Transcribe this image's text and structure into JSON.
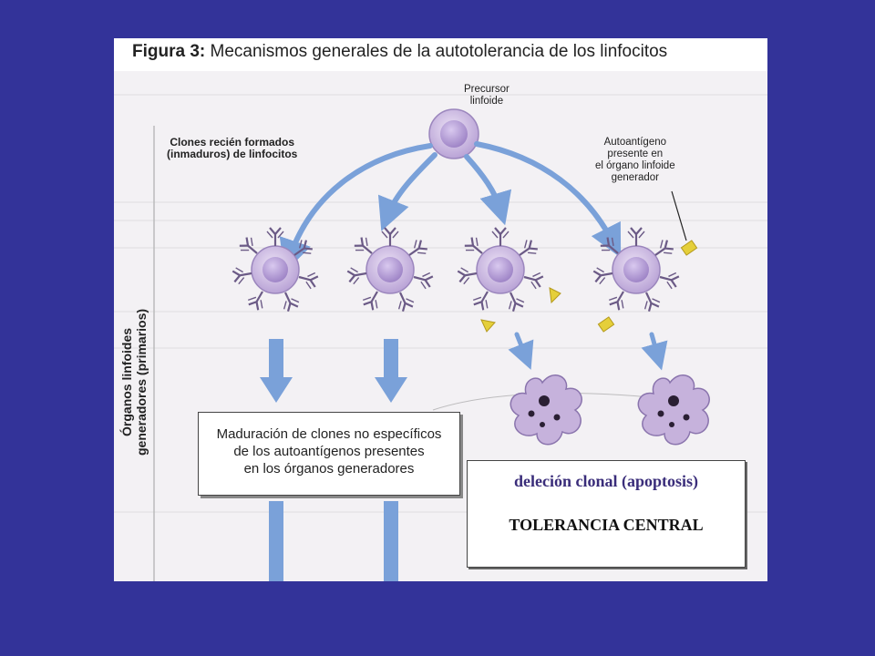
{
  "figure": {
    "title_prefix": "Figura 3:",
    "title_text": " Mecanismos generales de la autotolerancia de los linfocitos"
  },
  "labels": {
    "precursor_1": "Precursor",
    "precursor_2": "linfoide",
    "clones_1": "Clones recién formados",
    "clones_2": "(inmaduros) de linfocitos",
    "autoantigen_1": "Autoantígeno",
    "autoantigen_2": "presente en",
    "autoantigen_3": "el órgano linfoide",
    "autoantigen_4": "generador",
    "side_1": "Órganos linfoides",
    "side_2": "generadores (primarios)"
  },
  "maturation": {
    "line1": "Maduración de clones no específicos",
    "line2": "de los autoantígenos presentes",
    "line3": "en los órganos generadores"
  },
  "tolerance": {
    "deletion": "deleción clonal (apoptosis)",
    "central": "TOLERANCIA CENTRAL"
  },
  "colors": {
    "background": "#333399",
    "cell_fill": "#cbb8e0",
    "cell_nucleus": "#a98fcf",
    "arrow": "#7aa1d9",
    "antigen": "#e5cf3a",
    "antibody": "#6b5a86",
    "deletion_text": "#3a2d7a"
  },
  "icons": {
    "precursor_cell": "lymphoid-precursor-cell-icon",
    "lymphocyte": "lymphocyte-with-receptors-icon",
    "apoptotic_cell": "apoptotic-cell-icon",
    "antigen": "autoantigen-icon"
  }
}
